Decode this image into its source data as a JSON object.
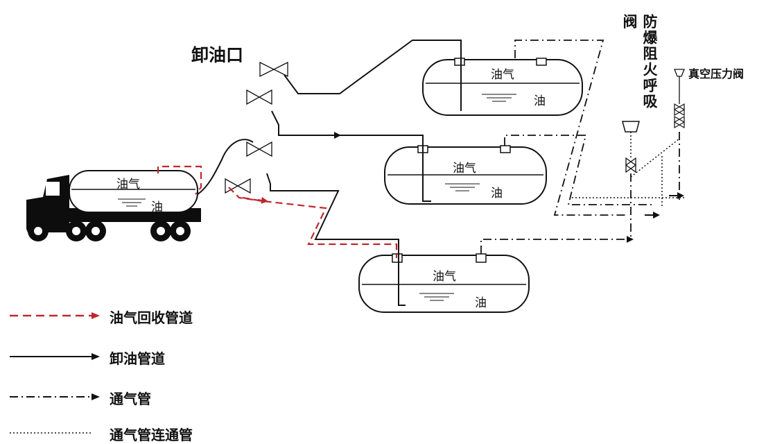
{
  "labels": {
    "unloading_port": "卸油口",
    "breather_valve": "防爆阻火呼吸阀",
    "vacuum_valve": "真空压力阀"
  },
  "tank_labels": {
    "vapor": "油气",
    "oil": "油"
  },
  "legend": [
    {
      "key": "vapor_recovery",
      "label": "油气回收管道",
      "style": "dashed",
      "color": "#c0272d"
    },
    {
      "key": "unloading",
      "label": "卸油管道",
      "style": "solid",
      "color": "#111111"
    },
    {
      "key": "vent",
      "label": "通气管",
      "style": "dash-dot",
      "color": "#111111"
    },
    {
      "key": "vent_connect",
      "label": "通气管连通管",
      "style": "dotted",
      "color": "#111111"
    }
  ],
  "colors": {
    "vapor_recovery": "#c0272d",
    "line": "#111111",
    "truck": "#0d0d0d"
  }
}
